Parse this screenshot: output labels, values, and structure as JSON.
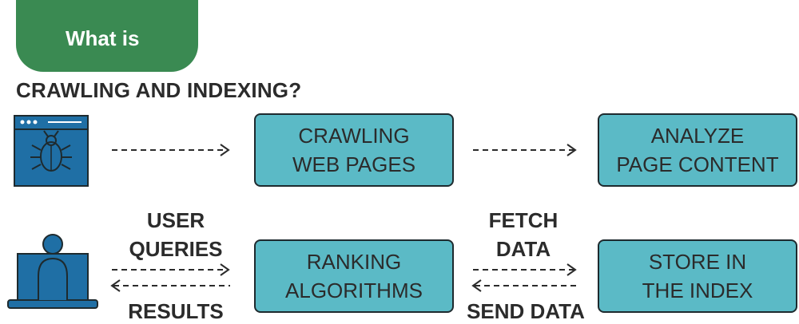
{
  "header": {
    "tab_label": "What is",
    "title": "CRAWLING AND INDEXING?"
  },
  "nodes": {
    "crawling": {
      "line1": "CRAWLING",
      "line2": "WEB PAGES"
    },
    "analyze": {
      "line1": "ANALYZE",
      "line2": "PAGE CONTENT"
    },
    "ranking": {
      "line1": "RANKING",
      "line2": "ALGORITHMS"
    },
    "store": {
      "line1": "STORE IN",
      "line2": "THE INDEX"
    }
  },
  "edge_labels": {
    "user_queries_1": "USER",
    "user_queries_2": "QUERIES",
    "results": "RESULTS",
    "fetch_1": "FETCH",
    "fetch_2": "DATA",
    "send_data": "SEND DATA"
  },
  "icons": {
    "crawler": "browser-bug-icon",
    "user": "user-laptop-icon"
  },
  "colors": {
    "tab_green": "#3a8a52",
    "box_teal": "#5bbac6",
    "icon_blue": "#1f6fa5",
    "text_dark": "#2b2b2b"
  }
}
